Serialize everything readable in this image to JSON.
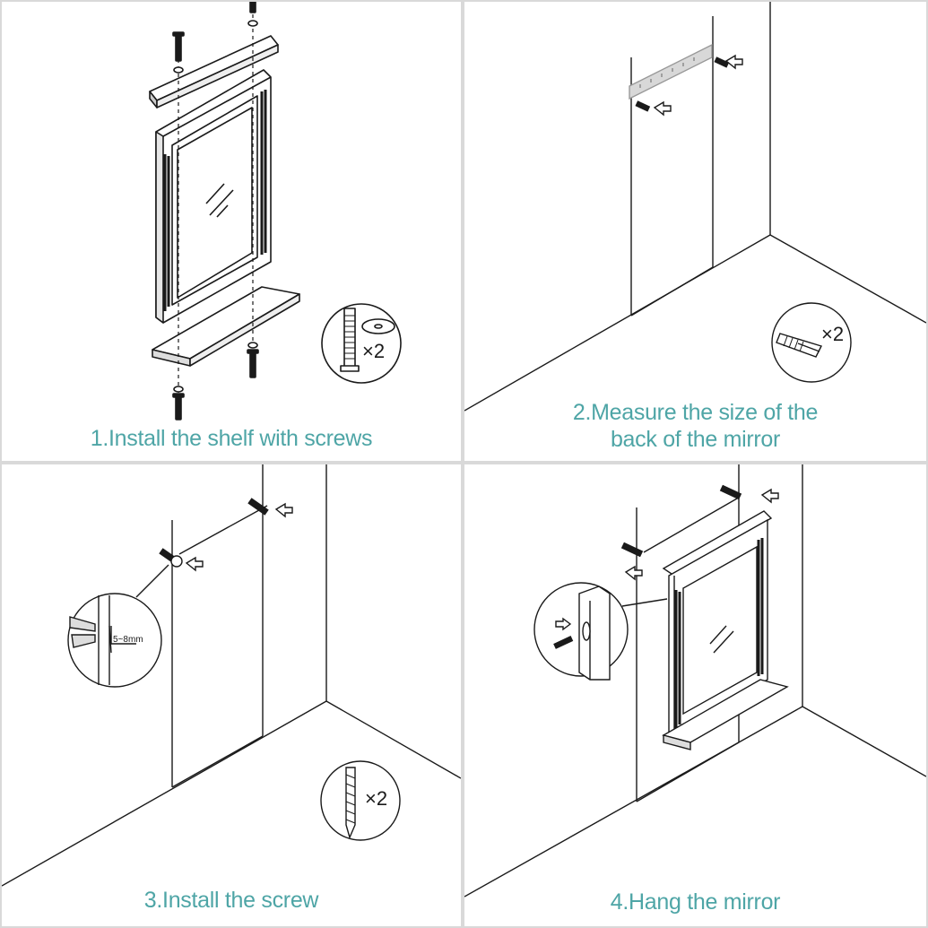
{
  "colors": {
    "caption": "#4ea5a6",
    "stroke": "#1a1a1a",
    "panel": "#ffffff",
    "gutter": "#d9d9d9"
  },
  "steps": [
    {
      "caption": "1.Install the shelf with screws",
      "badge": "×2"
    },
    {
      "caption_lines": [
        "2.Measure the size of the",
        "back of the mirror"
      ],
      "badge": "×2"
    },
    {
      "caption": "3.Install the screw",
      "badge": "×2",
      "dimension": "5~8mm"
    },
    {
      "caption": "4.Hang the mirror"
    }
  ]
}
